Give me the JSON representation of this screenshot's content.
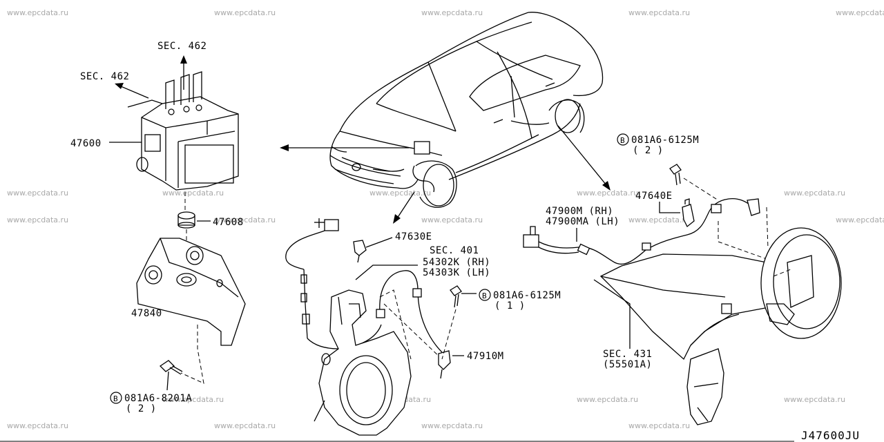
{
  "watermark": "www.epcdata.ru",
  "diagram_ref": "J47600JU",
  "labels": {
    "sec462_top": "SEC. 462",
    "sec462_left": "SEC. 462",
    "p47600": "47600",
    "p47608": "47608",
    "p47840": "47840",
    "bolt_8201_code": "081A6-8201A",
    "bolt_8201_qty": "( 2 )",
    "bolt_prefix": "B",
    "p47630E": "47630E",
    "sec401": "SEC. 401",
    "p54302K": "54302K (RH)",
    "p54303K": "54303K (LH)",
    "bolt_6125_mid_code": "081A6-6125M",
    "bolt_6125_mid_qty": "( 1 )",
    "p47910M": "47910M",
    "bolt_6125_top_code": "081A6-6125M",
    "bolt_6125_top_qty": "( 2 )",
    "p47640E": "47640E",
    "p47900M": "47900M (RH)",
    "p47900MA": "47900MA (LH)",
    "sec431": "SEC. 431",
    "p55501A": "(55501A)"
  }
}
